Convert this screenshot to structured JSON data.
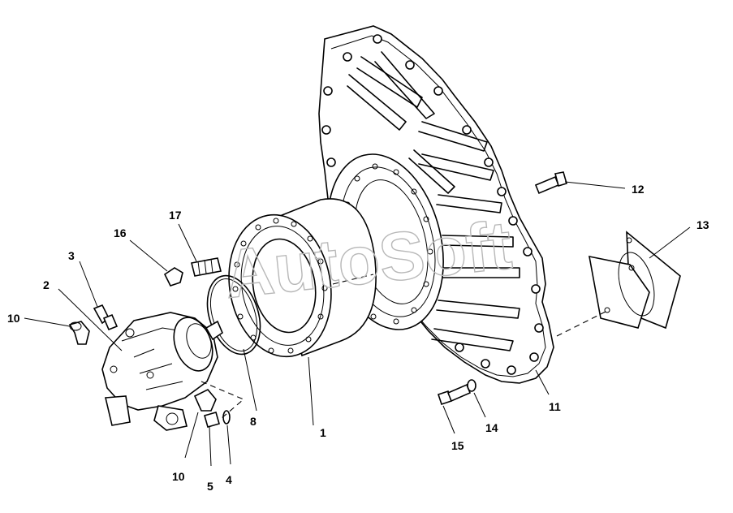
{
  "watermark": "AutoSoft",
  "callouts": [
    {
      "id": "c1",
      "label": "1"
    },
    {
      "id": "c2",
      "label": "2"
    },
    {
      "id": "c3",
      "label": "3"
    },
    {
      "id": "c4",
      "label": "4"
    },
    {
      "id": "c5",
      "label": "5"
    },
    {
      "id": "c8",
      "label": "8"
    },
    {
      "id": "c10a",
      "label": "10"
    },
    {
      "id": "c10b",
      "label": "10"
    },
    {
      "id": "c11",
      "label": "11"
    },
    {
      "id": "c12",
      "label": "12"
    },
    {
      "id": "c13",
      "label": "13"
    },
    {
      "id": "c14",
      "label": "14"
    },
    {
      "id": "c15",
      "label": "15"
    },
    {
      "id": "c16",
      "label": "16"
    },
    {
      "id": "c17",
      "label": "17"
    }
  ]
}
